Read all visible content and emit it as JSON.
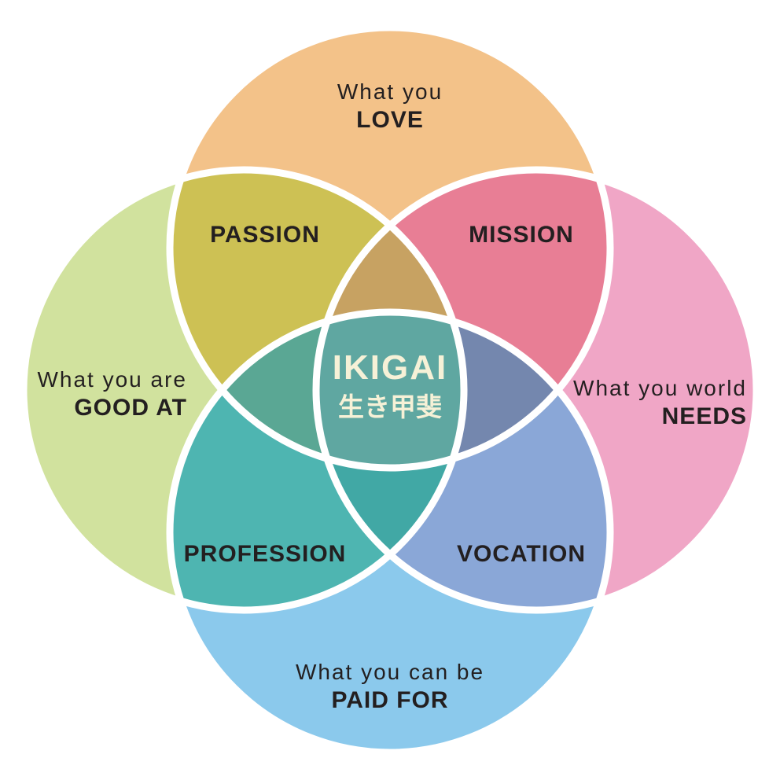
{
  "palette": {
    "background": "#ffffff",
    "divider_stroke": "#ffffff",
    "label_text": "#231f20",
    "center_text": "#f6f1d7",
    "love": "#f3c289",
    "good_at": "#d1e29e",
    "needs": "#f0a6c6",
    "paid_for": "#8bc9ec",
    "passion": "#cdc154",
    "mission": "#e87e95",
    "profession": "#4eb5b1",
    "vocation": "#8aa7d7",
    "love_good_needs": "#c7a262",
    "love_good_paid": "#5aa794",
    "love_needs_paid": "#7487ae",
    "good_needs_paid": "#41a8a5",
    "center": "#5fa7a1"
  },
  "circles": {
    "love": {
      "line1": "What you",
      "line2": "LOVE"
    },
    "good_at": {
      "line1": "What you are",
      "line2": "GOOD AT"
    },
    "needs": {
      "line1": "What you world",
      "line2": "NEEDS"
    },
    "paid_for": {
      "line1": "What you can be",
      "line2": "PAID FOR"
    }
  },
  "overlaps": {
    "passion": "PASSION",
    "mission": "MISSION",
    "profession": "PROFESSION",
    "vocation": "VOCATION"
  },
  "center": {
    "title": "IKIGAI",
    "subtitle": "生き甲斐"
  }
}
